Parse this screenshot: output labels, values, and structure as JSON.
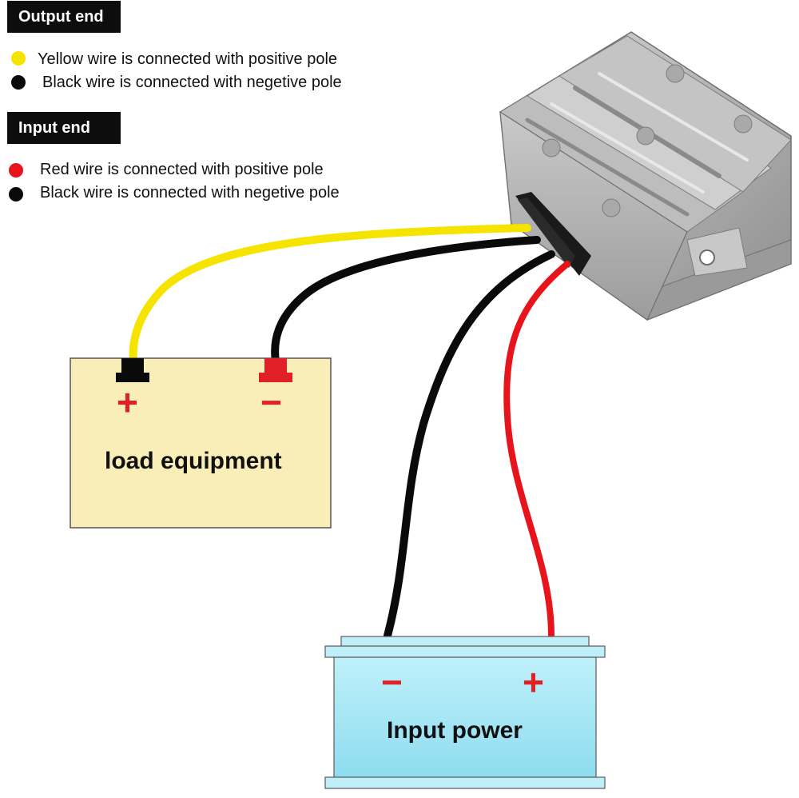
{
  "output_end": {
    "title": "Output end",
    "items": [
      {
        "color": "#f5e400",
        "text": "Yellow wire is connected with positive pole"
      },
      {
        "color": "#0a0a0a",
        "text": "Black wire is connected with negetive pole"
      }
    ]
  },
  "input_end": {
    "title": "Input end",
    "items": [
      {
        "color": "#e8141b",
        "text": "Red wire is connected with positive pole"
      },
      {
        "color": "#0a0a0a",
        "text": "Black wire is connected with negetive pole"
      }
    ]
  },
  "load": {
    "label": "load equipment",
    "plus": "+",
    "minus": "−",
    "fill": "#f9eeb8"
  },
  "power": {
    "label": "Input power",
    "minus": "−",
    "plus": "+",
    "fill": "#9ee3f3"
  },
  "colors": {
    "yellow_wire": "#f5e400",
    "black_wire": "#0a0a0a",
    "red_wire": "#e8141b",
    "terminal_red": "#e01f26",
    "sign_red": "#e01f26",
    "module_gray": "#b8b8b8"
  }
}
